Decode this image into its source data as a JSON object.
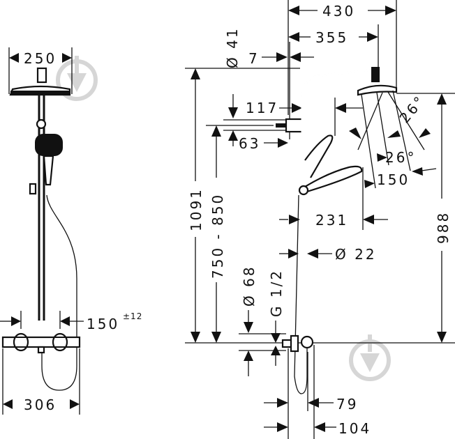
{
  "drawing": {
    "subject": "Shower system technical dimension drawing",
    "views": [
      "front-view",
      "side-view"
    ]
  },
  "front_view": {
    "dimensions": {
      "head_width": "250",
      "valve_centers": "150",
      "valve_centers_tolerance": "±12",
      "overall_width": "306"
    }
  },
  "side_view": {
    "dimensions": {
      "arm_reach_total": "430",
      "arm_reach_head": "355",
      "wall_offset": "7",
      "head_diameter_label": "Ø 41",
      "bracket_offset": "117",
      "bracket_depth": "63",
      "spray_angle_top": "26°",
      "spray_angle_mid": "26°",
      "spray_width": "150",
      "hand_shower_reach": "231",
      "pipe_diameter": "Ø 22",
      "overall_height": "1091",
      "adjustable_height": "750 - 850",
      "head_height": "988",
      "outlet_diameter": "Ø 68",
      "connection_thread": "G 1/2",
      "bottom_offset_1": "79",
      "bottom_offset_2": "104"
    }
  },
  "colors": {
    "line": "#111111",
    "watermark": "#d6d6d6",
    "background": "#ffffff"
  }
}
